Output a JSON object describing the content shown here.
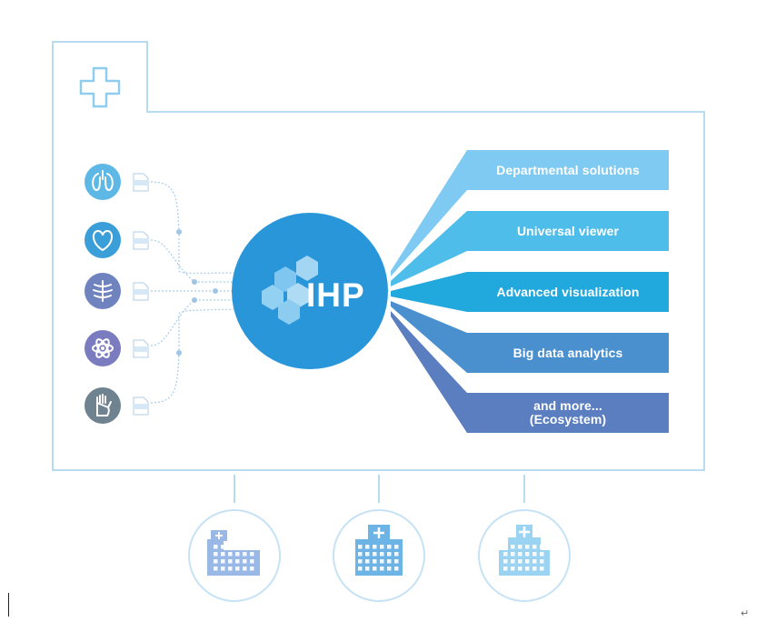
{
  "hub": {
    "label": "IHP",
    "color": "#2a96da"
  },
  "outputs": [
    {
      "label": "Departmental solutions",
      "color": "#7ecaf2"
    },
    {
      "label": "Universal viewer",
      "color": "#4fbde9"
    },
    {
      "label": "Advanced visualization",
      "color": "#21a8dd"
    },
    {
      "label": "Big data analytics",
      "color": "#4a90cf"
    },
    {
      "label": "and more...\n(Ecosystem)",
      "color": "#5a7ec0"
    }
  ],
  "inputs": [
    {
      "icon": "lungs-icon",
      "color": "#5eb8e6"
    },
    {
      "icon": "heart-icon",
      "color": "#3a9fd8"
    },
    {
      "icon": "ribcage-icon",
      "color": "#6f83bf"
    },
    {
      "icon": "atom-icon",
      "color": "#7a7cbf"
    },
    {
      "icon": "hand-icon",
      "color": "#6f8290"
    }
  ],
  "hospitals": [
    {
      "icon": "hospital-building-icon",
      "color": "#9ab8e6"
    },
    {
      "icon": "hospital-building-icon",
      "color": "#6cb3e6"
    },
    {
      "icon": "hospital-building-icon",
      "color": "#9bd4f2"
    }
  ],
  "frame_color": "#b7dcf2"
}
